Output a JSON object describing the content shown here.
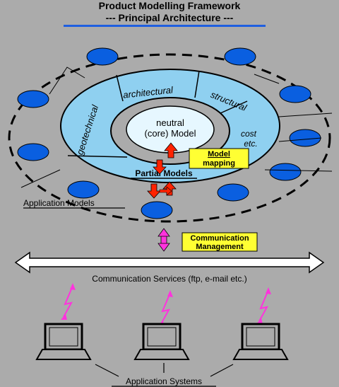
{
  "title": {
    "line1": "Product Modelling Framework",
    "line2": "--- Principal Architecture ---"
  },
  "ring": {
    "core_line1": "neutral",
    "core_line2": "(core) Model",
    "partial_models": "Partial Models",
    "segments": {
      "architectural": "architectural",
      "structural": "structural",
      "cost_line1": "cost",
      "cost_line2": "etc.",
      "geotechnical": "geotechnical"
    }
  },
  "labels": {
    "model_mapping_line1": "Model",
    "model_mapping_line2": "mapping",
    "application_models": "Application Models",
    "comm_mgmt_line1": "Communication",
    "comm_mgmt_line2": "Management",
    "comm_services": "Communication Services (ftp, e-mail etc.)",
    "application_systems": "Application Systems"
  },
  "colors": {
    "background": "#ababab",
    "ring_light": "#8fd0f0",
    "core_light": "#e6f7ff",
    "app_model_blue": "#0a5fe0",
    "label_yellow": "#ffff33",
    "arrow_red": "#ff2200",
    "lightning_pink": "#ff33dd",
    "title_underline": "#1f5fe0"
  }
}
